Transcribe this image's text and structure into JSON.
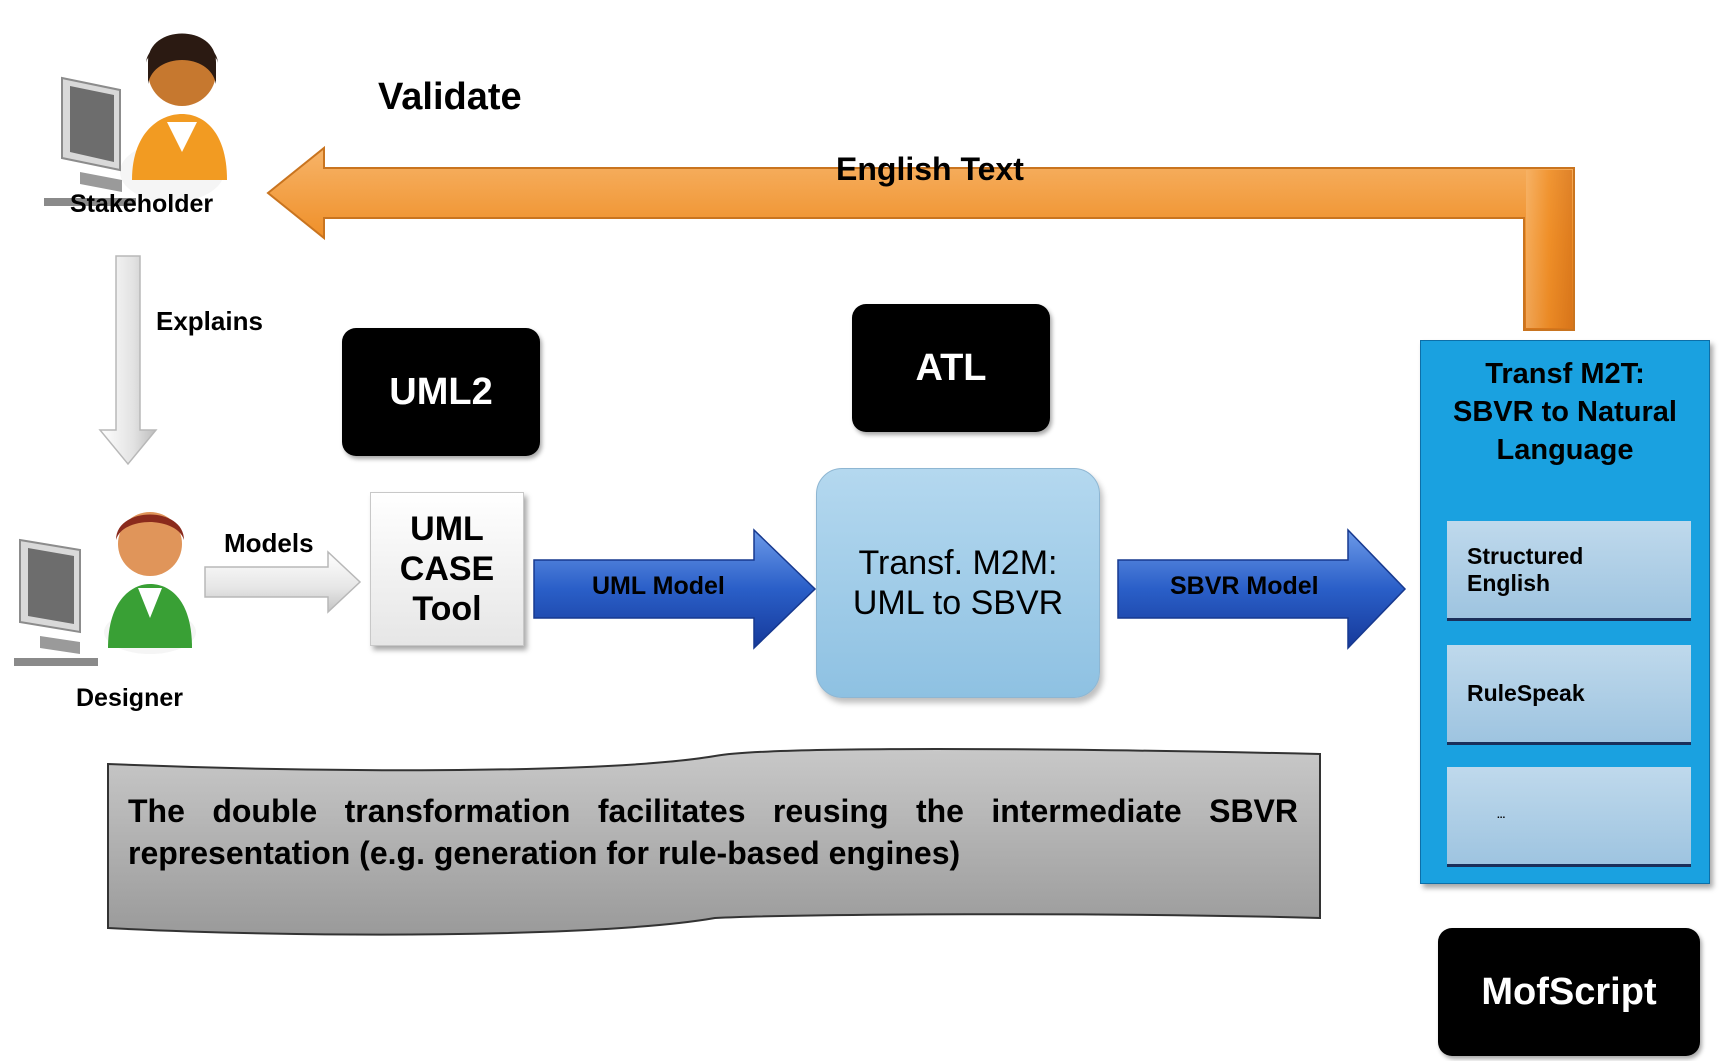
{
  "actors": {
    "stakeholder": {
      "label": "Stakeholder"
    },
    "designer": {
      "label": "Designer"
    }
  },
  "edges": {
    "validate": "Validate",
    "english_text": "English Text",
    "explains": "Explains",
    "models": "Models",
    "uml_model": "UML Model",
    "sbvr_model": "SBVR Model"
  },
  "tools": {
    "uml2": "UML2",
    "atl": "ATL",
    "mofscript": "MofScript"
  },
  "nodes": {
    "case_tool": {
      "line1": "UML",
      "line2": "CASE",
      "line3": "Tool"
    },
    "m2m": {
      "line1": "Transf. M2M:",
      "line2": "UML to SBVR"
    },
    "m2t": {
      "line1": "Transf M2T:",
      "line2": "SBVR to Natural",
      "line3": "Language",
      "notations": [
        {
          "line1": "Structured",
          "line2": "English"
        },
        {
          "line1": "RuleSpeak",
          "line2": ""
        },
        {
          "line1": "...",
          "line2": ""
        }
      ]
    }
  },
  "note": {
    "text": "The double transformation facilitates reusing the intermediate SBVR representation (e.g. generation for rule-based engines)"
  },
  "colors": {
    "orange_arrow": "#f0922b",
    "blue_arrow": "#2a5fc8",
    "m2t_panel": "#1aa1e0",
    "m2m_box": "#a9d0ea",
    "note_fill": "#a9a9a9"
  },
  "icons": {
    "stakeholder": "person-at-computer-icon",
    "designer": "person-at-computer-icon"
  }
}
